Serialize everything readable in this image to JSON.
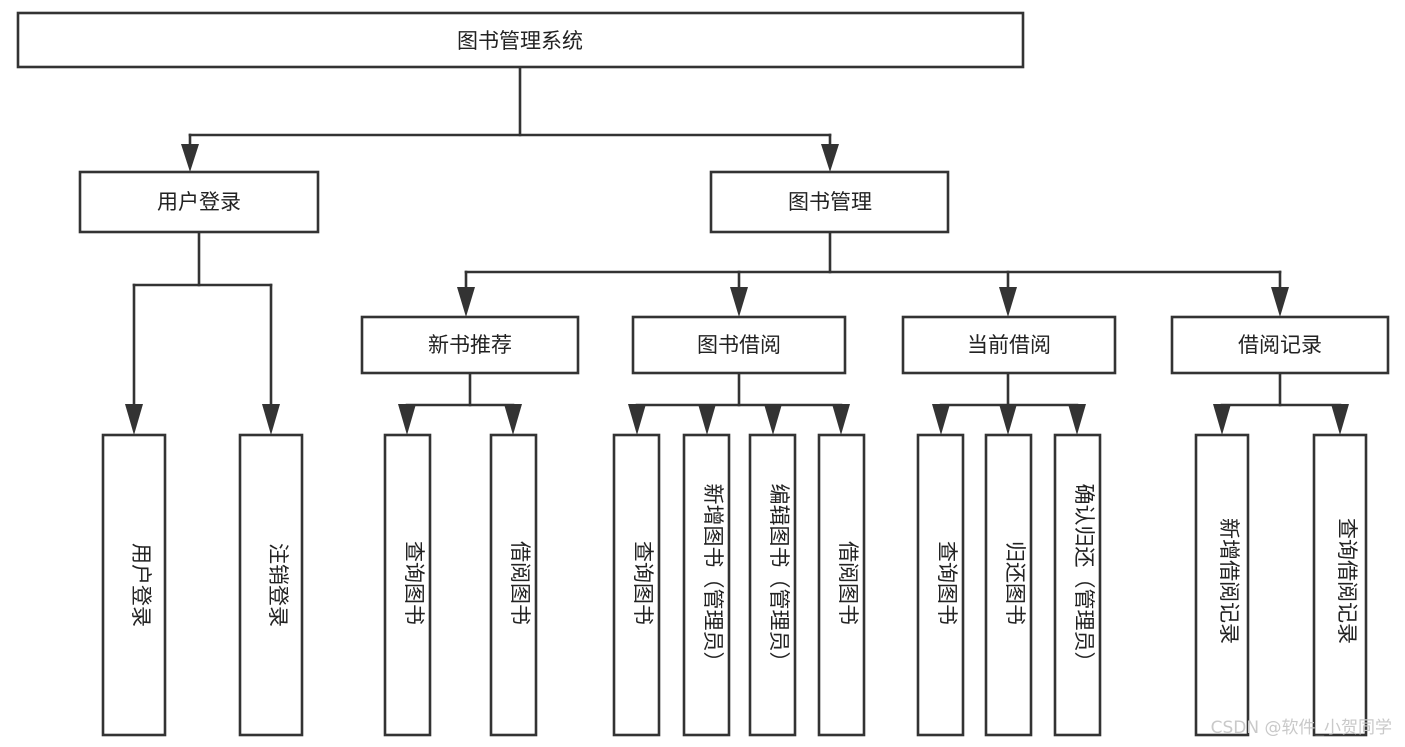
{
  "diagram": {
    "type": "tree-hierarchy-flowchart",
    "title": "图书管理系统",
    "stroke_color": "#333333",
    "fill_color": "#ffffff",
    "text_color": "#222222",
    "levels": [
      {
        "level": 1,
        "nodes": [
          {
            "id": "root",
            "label": "图书管理系统",
            "orientation": "horizontal"
          }
        ]
      },
      {
        "level": 2,
        "nodes": [
          {
            "id": "user-login",
            "label": "用户登录",
            "orientation": "horizontal"
          },
          {
            "id": "book-mgmt",
            "label": "图书管理",
            "orientation": "horizontal"
          }
        ]
      },
      {
        "level": 3,
        "nodes": [
          {
            "id": "new-book-rec",
            "label": "新书推荐",
            "orientation": "horizontal"
          },
          {
            "id": "book-borrow",
            "label": "图书借阅",
            "orientation": "horizontal"
          },
          {
            "id": "current-borrow",
            "label": "当前借阅",
            "orientation": "horizontal"
          },
          {
            "id": "borrow-record",
            "label": "借阅记录",
            "orientation": "horizontal"
          }
        ]
      },
      {
        "level": 4,
        "nodes": [
          {
            "id": "leaf-user-login",
            "label": "用户登录",
            "orientation": "vertical",
            "parent": "user-login"
          },
          {
            "id": "leaf-user-logout",
            "label": "注销登录",
            "orientation": "vertical",
            "parent": "user-login"
          },
          {
            "id": "leaf-query-book-1",
            "label": "查询图书",
            "orientation": "vertical",
            "parent": "new-book-rec"
          },
          {
            "id": "leaf-borrow-book-1",
            "label": "借阅图书",
            "orientation": "vertical",
            "parent": "new-book-rec"
          },
          {
            "id": "leaf-query-book-2",
            "label": "查询图书",
            "orientation": "vertical",
            "parent": "book-borrow"
          },
          {
            "id": "leaf-add-book",
            "label": "新增图书（管理员）",
            "orientation": "vertical",
            "parent": "book-borrow"
          },
          {
            "id": "leaf-edit-book",
            "label": "编辑图书（管理员）",
            "orientation": "vertical",
            "parent": "book-borrow"
          },
          {
            "id": "leaf-borrow-book-2",
            "label": "借阅图书",
            "orientation": "vertical",
            "parent": "book-borrow"
          },
          {
            "id": "leaf-query-book-3",
            "label": "查询图书",
            "orientation": "vertical",
            "parent": "current-borrow"
          },
          {
            "id": "leaf-return-book",
            "label": "归还图书",
            "orientation": "vertical",
            "parent": "current-borrow"
          },
          {
            "id": "leaf-confirm-return",
            "label": "确认归还（管理员）",
            "orientation": "vertical",
            "parent": "current-borrow"
          },
          {
            "id": "leaf-add-record",
            "label": "新增借阅记录",
            "orientation": "vertical",
            "parent": "borrow-record"
          },
          {
            "id": "leaf-query-record",
            "label": "查询借阅记录",
            "orientation": "vertical",
            "parent": "borrow-record"
          }
        ]
      }
    ]
  },
  "watermark": {
    "text": "CSDN @软件_小贺同学",
    "color": "#c9c9c9"
  }
}
